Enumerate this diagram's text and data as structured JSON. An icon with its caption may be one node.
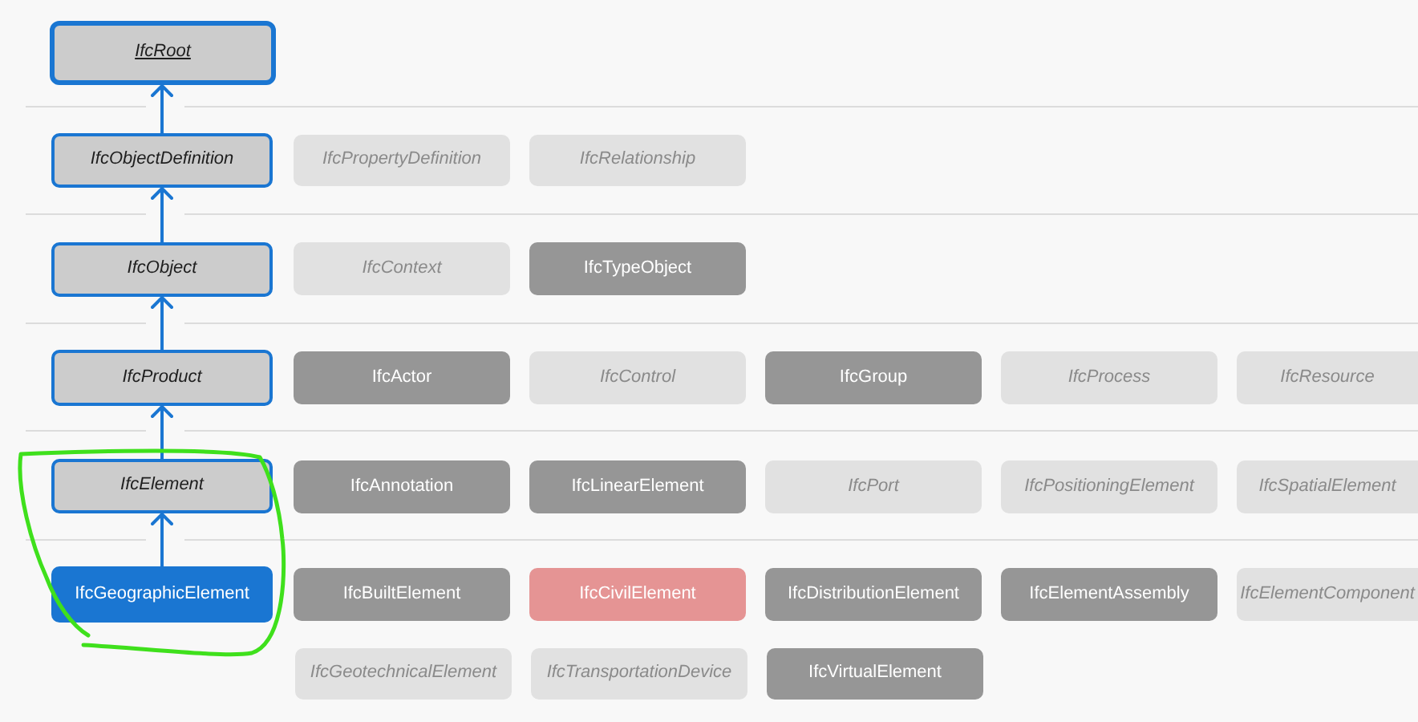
{
  "diagram": {
    "nodes": [
      {
        "text": [
          "IfcRoot"
        ]
      },
      {
        "text": [
          "IfcObjectDefinition"
        ]
      },
      {
        "text": [
          "IfcPropertyDefinition"
        ]
      },
      {
        "text": [
          "IfcRelationship"
        ]
      },
      {
        "text": [
          "IfcObject"
        ]
      },
      {
        "text": [
          "IfcContext"
        ]
      },
      {
        "text": [
          "IfcTypeObject"
        ]
      },
      {
        "text": [
          "IfcProduct"
        ]
      },
      {
        "text": [
          "IfcActor"
        ]
      },
      {
        "text": [
          "IfcControl"
        ]
      },
      {
        "text": [
          "IfcGroup"
        ]
      },
      {
        "text": [
          "IfcProcess"
        ]
      },
      {
        "text": [
          "IfcResource"
        ]
      },
      {
        "text": [
          "IfcElement"
        ]
      },
      {
        "text": [
          "IfcAnnotation"
        ]
      },
      {
        "text": [
          "IfcLinearElement"
        ]
      },
      {
        "text": [
          "IfcPort"
        ]
      },
      {
        "text": [
          "IfcPositioningElement"
        ]
      },
      {
        "text": [
          "IfcSpatialElement"
        ]
      },
      {
        "text": [
          "IfcGeographicElement"
        ]
      },
      {
        "text": [
          "IfcBuiltElement"
        ]
      },
      {
        "text": [
          "IfcCivilElement"
        ]
      },
      {
        "text": [
          "IfcDistributionElement"
        ]
      },
      {
        "text": [
          "IfcElementAssembly"
        ]
      },
      {
        "text": [
          "IfcElementComponent"
        ]
      },
      {
        "text": [
          "IfcGeotechnicalElement"
        ]
      },
      {
        "text": [
          "IfcTransportationDevice"
        ]
      },
      {
        "text": [
          "IfcVirtualElement"
        ]
      }
    ],
    "edges": [
      {
        "from": 1,
        "to": 0,
        "arrow": "to"
      },
      {
        "from": 4,
        "to": 1,
        "arrow": "to"
      },
      {
        "from": 7,
        "to": 4,
        "arrow": "to"
      },
      {
        "from": 13,
        "to": 7,
        "arrow": "to"
      },
      {
        "from": 19,
        "to": 13,
        "arrow": "to"
      }
    ]
  }
}
